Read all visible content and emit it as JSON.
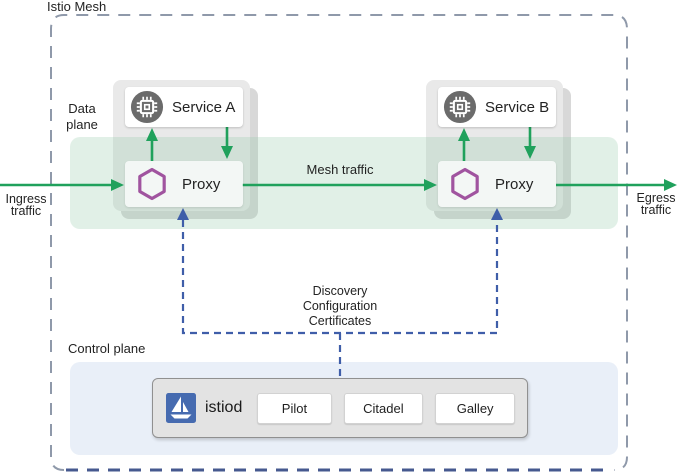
{
  "diagram": {
    "title": "Istio Mesh",
    "labels": {
      "data_plane": "Data\nplane",
      "control_plane": "Control plane",
      "ingress": "Ingress\ntraffic",
      "egress": "Egress\ntraffic",
      "mesh_traffic": "Mesh traffic",
      "control_links": "Discovery\nConfiguration\nCertificates"
    },
    "services": [
      {
        "name": "Service A",
        "icon": "chip-icon"
      },
      {
        "name": "Service B",
        "icon": "chip-icon"
      }
    ],
    "proxies": [
      {
        "label": "Proxy",
        "icon": "envoy-hexagon-icon"
      },
      {
        "label": "Proxy",
        "icon": "envoy-hexagon-icon"
      }
    ],
    "istiod": {
      "label": "istiod",
      "icon": "istio-sail-icon",
      "components": [
        "Pilot",
        "Citadel",
        "Galley"
      ]
    },
    "colors": {
      "traffic_green": "#20a15c",
      "data_plane_band": "#dff0e7",
      "control_plane_band": "#e9eff8",
      "proxy_purple": "#a0549f",
      "control_link_blue": "#3f5ea9",
      "istio_blue": "#466bb0",
      "mesh_border_gray": "#8f99aa",
      "mesh_border_bottom_blue": "#46598f",
      "service_icon_gray": "#6b6b6b"
    }
  }
}
